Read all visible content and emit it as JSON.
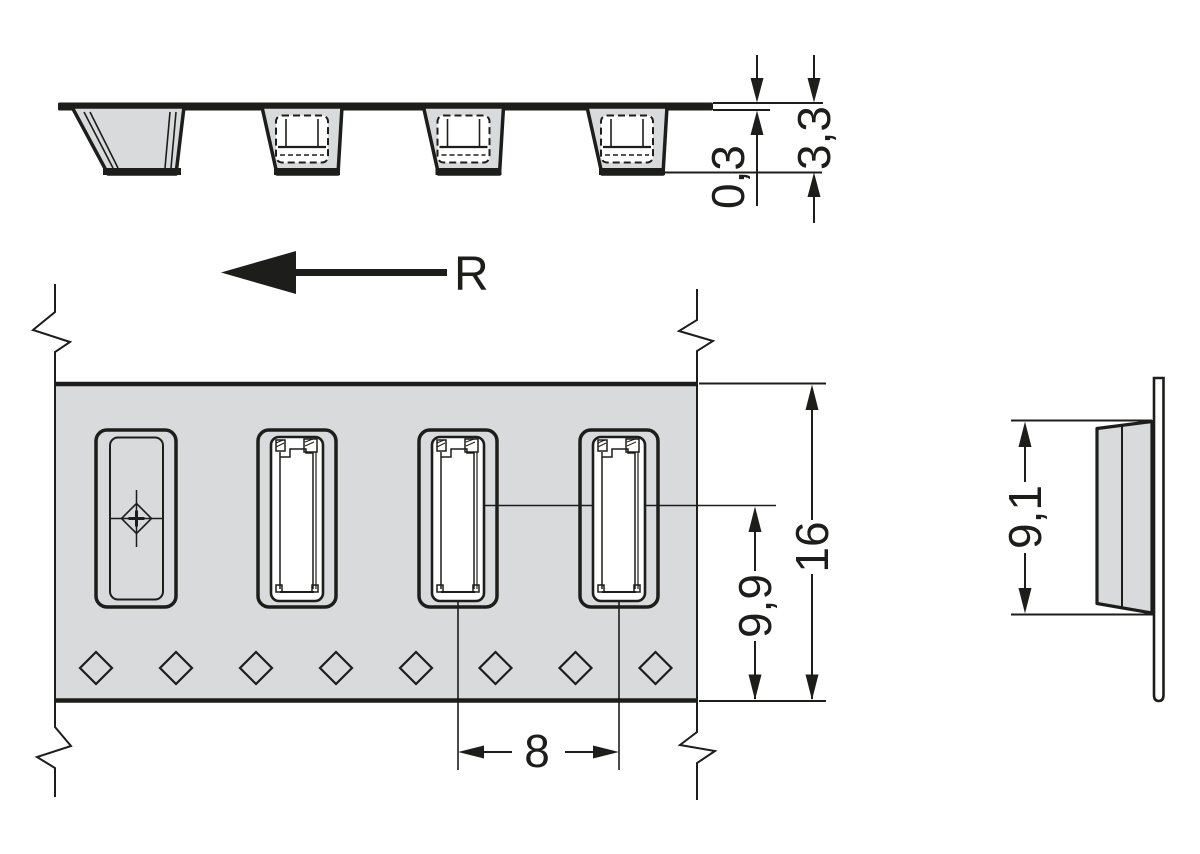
{
  "labels": {
    "direction": "R",
    "tape_thickness": "0,3",
    "pocket_depth": "3,3",
    "tape_width": "16",
    "center_to_edge": "9,9",
    "pocket_pitch": "8",
    "component_width": "9,1"
  },
  "colors": {
    "line": "#1d1d1b",
    "material": "#d9dadb",
    "background": "#ffffff"
  }
}
